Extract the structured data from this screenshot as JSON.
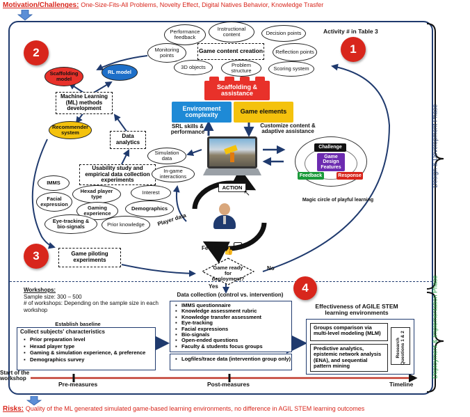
{
  "header": {
    "label": "Motivation/Challenges:",
    "text": "One-Size-Fits-All Problems, Novelty Effect, Digital Natives Behavior, Knowledge Trasfer"
  },
  "footer": {
    "label": "Risks:",
    "text": "Quality of the ML generated simulated game-based learning environments, no difference in AGIL STEM learning outcomes"
  },
  "phases": {
    "design": "Design & Development Phase",
    "deployment": "Deployment & Implementation Phase"
  },
  "numbers": {
    "n1": "1",
    "n2": "2",
    "n3": "3",
    "n4": "4"
  },
  "activity": "Activity # in Table 3",
  "content_creation": {
    "center": "Game content creation",
    "items": [
      "Performance feedback",
      "Instructional content",
      "Decision points",
      "Monitoring points",
      "Reflection points",
      "3D objects",
      "Problem structure",
      "Scoring system"
    ]
  },
  "lego": {
    "top": "Scaffolding & assistance",
    "left": "Environment complexity",
    "right": "Game elements"
  },
  "ml": {
    "scaffolding": "Scaffolding model",
    "rl": "RL model",
    "main": "Machine Learning (ML) methods development",
    "recommender": "Recommender system",
    "analytics": "Data analytics"
  },
  "labels": {
    "srl": "SRL skills & performance",
    "customize": "Customize content & adaptive assistance",
    "sim_data": "Simulation data",
    "ingame": "In-game interactions",
    "usability": "Usability study and empirical data collection experiments",
    "action": "ACTION",
    "magic": "Magic circle of playful learning",
    "player_data": "Player data",
    "feedback": "Feedback",
    "piloting": "Game piloting experiments",
    "ready": "Game ready for deployment?",
    "no": "No",
    "yes": "Yes"
  },
  "magic_circle": {
    "challenge": "Challenge",
    "features": "Game Design Features",
    "feedback": "Feedback",
    "response": "Response"
  },
  "player_items": [
    "IMMS",
    "Hexad player type",
    "Interest",
    "Facial expression",
    "Gaming experience",
    "Demographics",
    "Eye-tracking & bio-signals",
    "Prior knowledge"
  ],
  "workshops": {
    "title": "Workshops:",
    "line1": "Sample size: 300 – 500",
    "line2": "# of workshops: Depending on the sample size in each workshop"
  },
  "baseline": {
    "title": "Establish baseline",
    "subtitle": "Collect subjects' characteristics",
    "items": [
      "Prior preparation level",
      "Hexad player type",
      "Gaming & simulation experience, & preference",
      "Demographics survey"
    ]
  },
  "collection": {
    "title": "Data collection (control vs. intervention)",
    "items": [
      "IMMS questionnaire",
      "Knowledge assessment rubric",
      "Knowledge transfer assessment",
      "Eye-tracking",
      "Facial expressions",
      "Bio-signals",
      "Open-ended questions",
      "Faculty & students focus groups"
    ],
    "logs": "Logfiles/trace data (intervention group only)"
  },
  "effectiveness": {
    "title": "Effectiveness of AGILE STEM learning environments",
    "box1": "Groups comparison via multi-level modeling (MLM)",
    "box2": "Predictive analytics, epistemic network analysis (ENA), and sequential pattern mining",
    "rq": "Research Questions 1 & 2"
  },
  "timeline": {
    "start": "Start of the workshop",
    "pre": "Pre-measures",
    "post": "Post-measures",
    "end": "Timeline"
  },
  "colors": {
    "navy": "#1f3a6e",
    "red": "#d8261c",
    "blue": "#1e6fc8",
    "lego_red": "#e8312a",
    "lego_blue": "#1e8ad6",
    "lego_yellow": "#f4c20d",
    "green": "#1a9a3a",
    "arrow": "#1f3a6e"
  }
}
